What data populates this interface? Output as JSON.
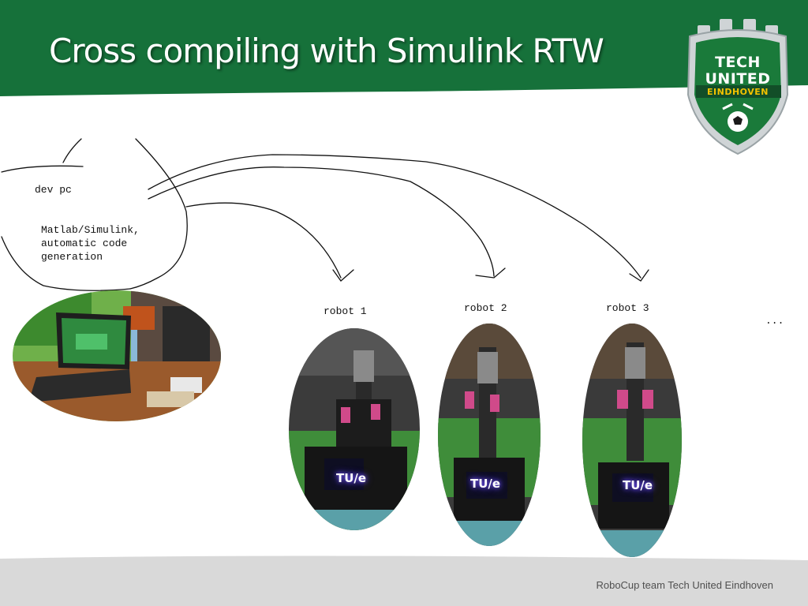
{
  "slide": {
    "title": "Cross compiling with Simulink RTW",
    "footer": "RoboCup team Tech United Eindhoven"
  },
  "logo": {
    "line1": "TECH",
    "line2": "UNITED",
    "line3": "EINDHOVEN",
    "icon": "soccer-ball-icon",
    "colors": {
      "green": "#1a7a3a",
      "yellow": "#f2c200",
      "silver": "#cfd4d6"
    }
  },
  "diagram": {
    "dev_pc_label": "dev pc",
    "software_label": "Matlab/Simulink,\nautomatic code\ngeneration",
    "robots": [
      {
        "label": "robot 1",
        "number": "1"
      },
      {
        "label": "robot 2",
        "number": "2"
      },
      {
        "label": "robot 3",
        "number": "3"
      }
    ],
    "ellipsis": "...",
    "robot_badge": "TU/e"
  },
  "colors": {
    "header_green": "#16713a",
    "footer_gray": "#d9d9d9"
  }
}
